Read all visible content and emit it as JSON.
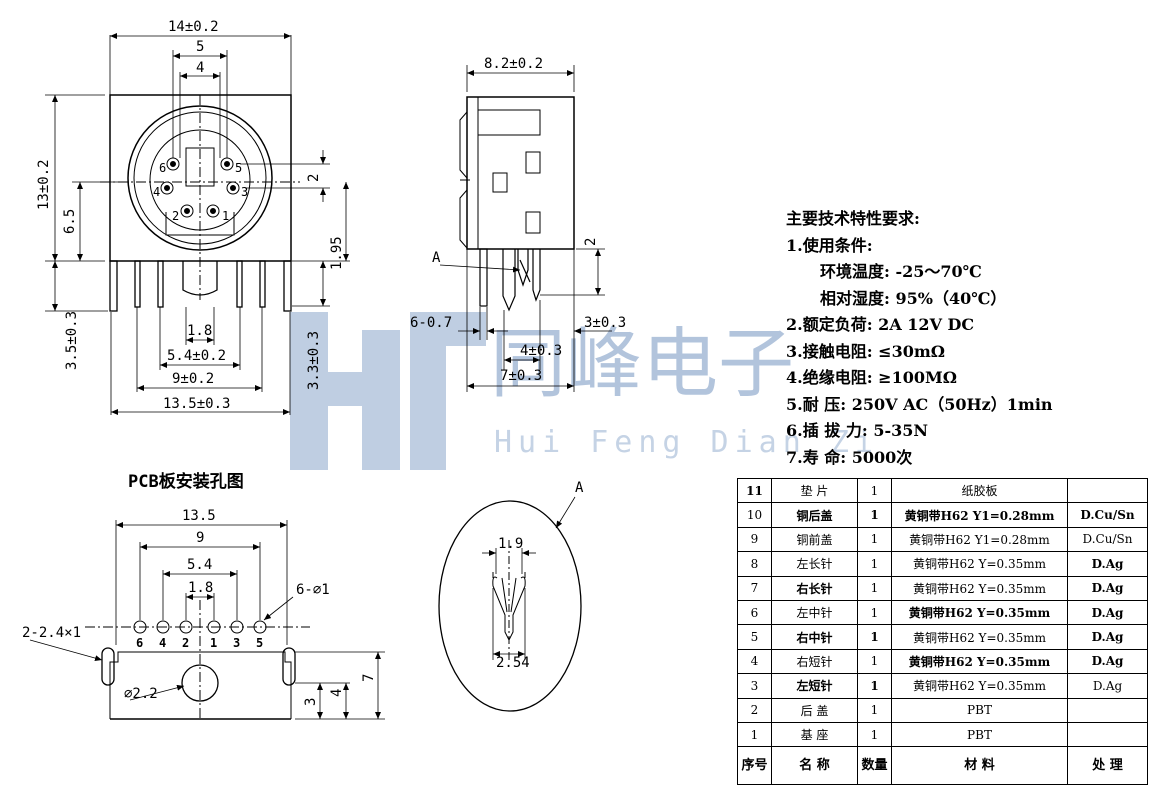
{
  "watermark": {
    "brand": "同峰电子",
    "brand_pinyin": "Hui Feng Dian Zi"
  },
  "front_view": {
    "dim_total_width": "14±0.2",
    "dim_pitch_5": "5",
    "dim_pitch_4": "4",
    "dim_height": "13±0.2",
    "dim_center_height": "6.5",
    "dim_right_2": "2",
    "dim_right_195": "1.95",
    "dim_pin_len": "3.5±0.3",
    "dim_pin_len_right": "3.3±0.3",
    "dim_18": "1.8",
    "dim_54": "5.4±0.2",
    "dim_9": "9±0.2",
    "dim_135": "13.5±0.3",
    "pin_labels": [
      "6",
      "5",
      "4",
      "3",
      "2",
      "1"
    ]
  },
  "side_view": {
    "dim_width": "8.2±0.2",
    "callout": "A",
    "dim_right_2": "2",
    "dim_607": "6-0.7",
    "dim_3": "3±0.3",
    "dim_4": "4±0.3",
    "dim_7": "7±0.3"
  },
  "pcb": {
    "title": "PCB板安装孔图",
    "dim_135": "13.5",
    "dim_9": "9",
    "dim_54": "5.4",
    "dim_18": "1.8",
    "hole_note": "6-⌀1",
    "slot_note": "2-2.4×1",
    "dia_note": "⌀2.2",
    "dim_3": "3",
    "dim_4": "4",
    "dim_7": "7",
    "pin_labels": [
      "6",
      "4",
      "2",
      "1",
      "3",
      "5"
    ]
  },
  "detail": {
    "callout": "A",
    "dim_19": "1.9",
    "dim_254": "2.54"
  },
  "specs": {
    "title": "主要技术特性要求:",
    "items": [
      {
        "text": "1.使用条件:",
        "indent": false
      },
      {
        "text": "环境温度: -25～70℃",
        "indent": true
      },
      {
        "text": "相对湿度: 95%（40℃）",
        "indent": true
      },
      {
        "text": "2.额定负荷: 2A 12V DC",
        "indent": false
      },
      {
        "text": "3.接触电阻: ≤30mΩ",
        "indent": false
      },
      {
        "text": "4.绝缘电阻: ≥100MΩ",
        "indent": false
      },
      {
        "text": "5.耐    压: 250V AC（50Hz）1min",
        "indent": false
      },
      {
        "text": "6.插 拔 力: 5-35N",
        "indent": false
      },
      {
        "text": "7.寿    命: 5000次",
        "indent": false
      }
    ]
  },
  "bom": {
    "rows": [
      {
        "no": "11",
        "name": "垫 片",
        "qty": "1",
        "material": "纸胶板",
        "finish": ""
      },
      {
        "no": "10",
        "name": "铜后盖",
        "qty": "1",
        "material": "黄铜带H62 Y1=0.28mm",
        "finish": "D.Cu/Sn"
      },
      {
        "no": "9",
        "name": "铜前盖",
        "qty": "1",
        "material": "黄铜带H62 Y1=0.28mm",
        "finish": "D.Cu/Sn"
      },
      {
        "no": "8",
        "name": "左长针",
        "qty": "1",
        "material": "黄铜带H62 Y=0.35mm",
        "finish": "D.Ag"
      },
      {
        "no": "7",
        "name": "右长针",
        "qty": "1",
        "material": "黄铜带H62 Y=0.35mm",
        "finish": "D.Ag"
      },
      {
        "no": "6",
        "name": "左中针",
        "qty": "1",
        "material": "黄铜带H62 Y=0.35mm",
        "finish": "D.Ag"
      },
      {
        "no": "5",
        "name": "右中针",
        "qty": "1",
        "material": "黄铜带H62 Y=0.35mm",
        "finish": "D.Ag"
      },
      {
        "no": "4",
        "name": "右短针",
        "qty": "1",
        "material": "黄铜带H62 Y=0.35mm",
        "finish": "D.Ag"
      },
      {
        "no": "3",
        "name": "左短针",
        "qty": "1",
        "material": "黄铜带H62 Y=0.35mm",
        "finish": "D.Ag"
      },
      {
        "no": "2",
        "name": "后 盖",
        "qty": "1",
        "material": "PBT",
        "finish": ""
      },
      {
        "no": "1",
        "name": "基 座",
        "qty": "1",
        "material": "PBT",
        "finish": ""
      }
    ],
    "header": {
      "no": "序号",
      "name": "名  称",
      "qty": "数量",
      "material": "材   料",
      "finish": "处   理"
    }
  }
}
